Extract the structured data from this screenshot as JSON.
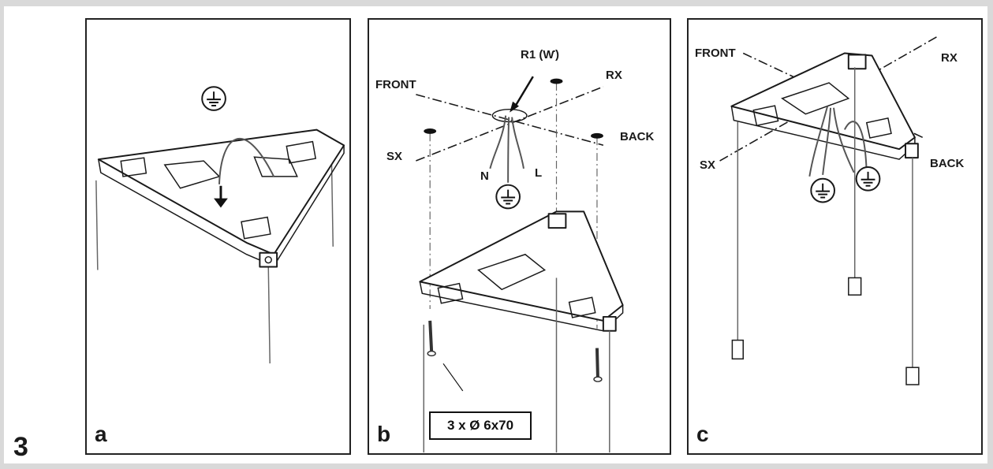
{
  "figure": {
    "step_number": "3",
    "panels": [
      {
        "letter": "a"
      },
      {
        "letter": "b",
        "labels": {
          "r1": "R1 (Ⱳ)",
          "front": "FRONT",
          "rx": "RX",
          "sx": "SX",
          "back": "BACK",
          "n": "N",
          "l": "L"
        },
        "screw_spec": "3 x Ø 6x70"
      },
      {
        "letter": "c",
        "labels": {
          "front": "FRONT",
          "rx": "RX",
          "sx": "SX",
          "back": "BACK"
        }
      }
    ],
    "icons": [
      "earth-ground-icon",
      "arrow-down-icon",
      "screw-icon",
      "hole-marker-icon"
    ]
  }
}
